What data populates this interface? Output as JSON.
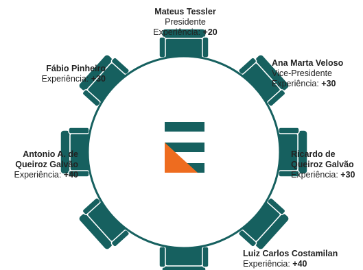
{
  "colors": {
    "teal": "#16605f",
    "teal_light": "#2c7675",
    "orange": "#ee6c1f",
    "text": "#222222"
  },
  "logo": {
    "icon": "stacked-bars-logo-icon"
  },
  "members": [
    {
      "name": "Mateus Tessler",
      "role": "Presidente",
      "exp_label": "Experiência:",
      "exp_value": "+20"
    },
    {
      "name": "Ana Marta Veloso",
      "role": "Vice-Presidente",
      "exp_label": "Experiência:",
      "exp_value": "+30"
    },
    {
      "name": "Fábio Pinheiro",
      "exp_label": "Experiência:",
      "exp_value": "+30"
    },
    {
      "name_line1": "Antonio A. de",
      "name_line2": "Queiroz Galvão",
      "exp_label": "Experiência:",
      "exp_value": "+40"
    },
    {
      "name_line1": "Ricardo de",
      "name_line2": "Queiroz Galvão",
      "exp_label": "Experiência:",
      "exp_value": "+30"
    },
    {
      "name": "Luiz Carlos Costamilan",
      "exp_label": "Experiência:",
      "exp_value": "+40"
    }
  ]
}
